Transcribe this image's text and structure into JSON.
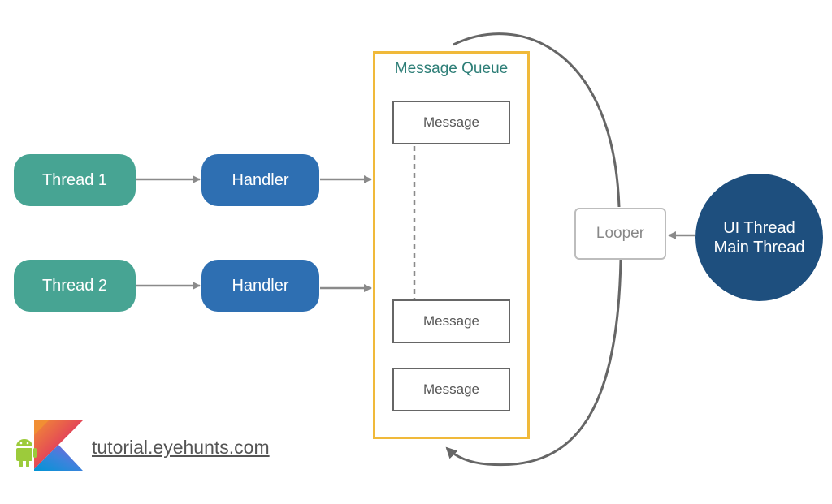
{
  "threads": [
    {
      "label": "Thread 1"
    },
    {
      "label": "Thread 2"
    }
  ],
  "handlers": [
    {
      "label": "Handler"
    },
    {
      "label": "Handler"
    }
  ],
  "queue": {
    "title": "Message Queue",
    "messages": [
      {
        "label": "Message"
      },
      {
        "label": "Message"
      },
      {
        "label": "Message"
      }
    ]
  },
  "looper": {
    "label": "Looper"
  },
  "ui_thread": {
    "line1": "UI Thread",
    "line2": "Main Thread"
  },
  "branding": {
    "text": "tutorial.eyehunts.com"
  },
  "colors": {
    "thread": "#47a493",
    "handler": "#2e6fb2",
    "queue_border": "#f0b93a",
    "queue_title": "#2d7e77",
    "ui_thread": "#1e4f7e",
    "arrow": "#888888",
    "loop_arrow": "#666666"
  }
}
